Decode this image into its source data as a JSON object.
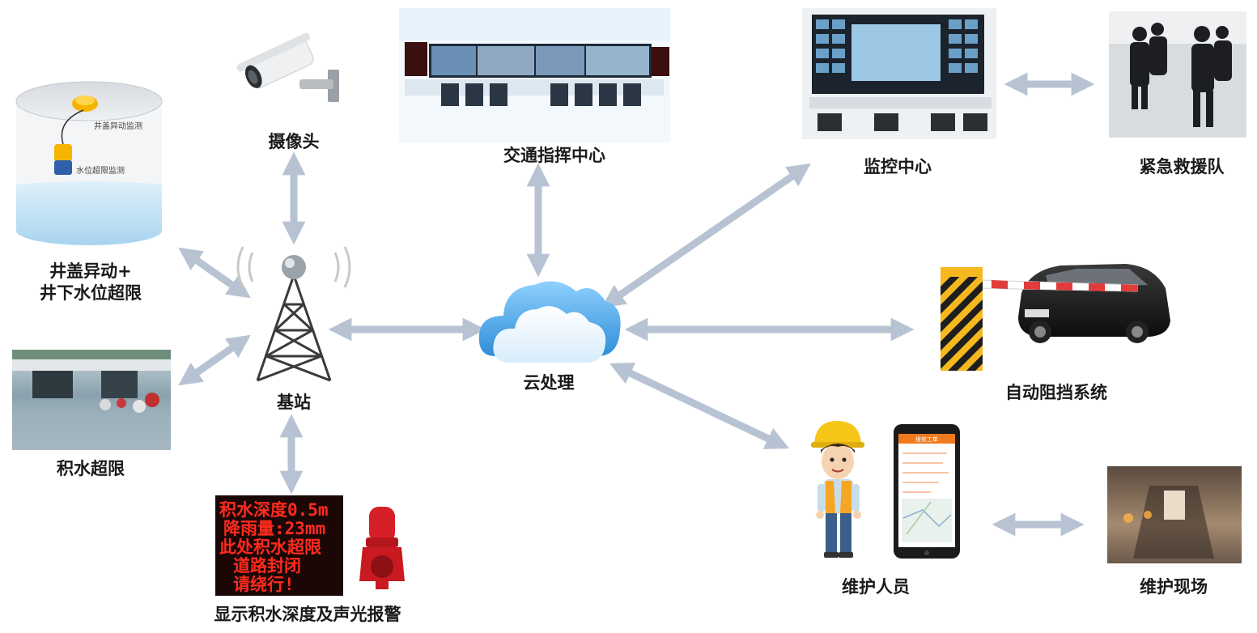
{
  "nodes": {
    "camera": "摄像头",
    "traffic_center": "交通指挥中心",
    "monitor_center": "监控中心",
    "rescue_team": "紧急救援队",
    "manhole_line1": "井盖异动+",
    "manhole_line2": "井下水位超限",
    "base_station": "基站",
    "cloud": "云处理",
    "barrier": "自动阻挡系统",
    "waterlog": "积水超限",
    "maintainer": "维护人员",
    "site": "维护现场",
    "display_alarm": "显示积水深度及声光报警"
  },
  "manhole_notes": {
    "cover": "井盖异动监测",
    "water": "水位超限监测"
  },
  "led_display": {
    "line1": "积水深度0.5m",
    "line2": "降雨量:23mm",
    "line3": "此处积水超限",
    "line4": "道路封闭",
    "line5": "请绕行!"
  },
  "phone": {
    "header": "维修工单"
  },
  "colors": {
    "arrow": "#b7c3d3",
    "label": "#1a1a1a",
    "led_text": "#ff2b1e",
    "cloud": "#2f8ed8",
    "helmet": "#f5c518",
    "phone_header": "#f07a1e"
  },
  "icons": {
    "camera": "cctv-camera-icon",
    "tower": "radio-tower-icon",
    "cloud": "cloud-icon",
    "siren": "siren-icon"
  }
}
